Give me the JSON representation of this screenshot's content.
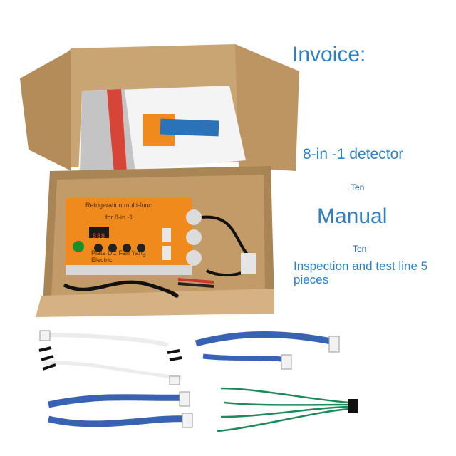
{
  "caption": {
    "invoice": "Invoice:",
    "detector": "8-in -1 detector",
    "qty1": "Ten",
    "manual": "Manual",
    "qty2": "Ten",
    "inspection": "Inspection and test line 5 pieces"
  },
  "device": {
    "title": "Refrigeration multi-func",
    "subtitle": "for 8-in -1",
    "maker1": "Plate DC Fan Yang",
    "maker2": "Electric",
    "display": "888"
  },
  "colors": {
    "caption": "#2f7fc1",
    "box": "#c9a574",
    "device": "#f08a1c",
    "cable": "#3a62b3"
  }
}
